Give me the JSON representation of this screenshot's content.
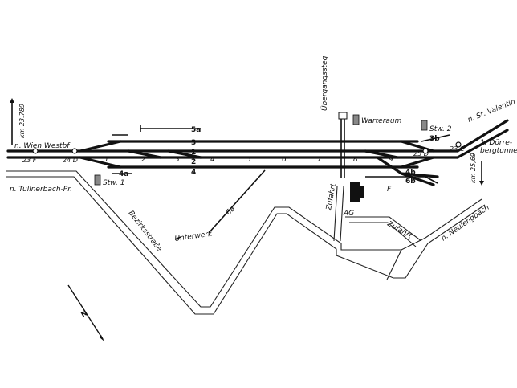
{
  "diagram": {
    "tracks": [
      {
        "number": "5a"
      },
      {
        "number": "3"
      },
      {
        "number": "1"
      },
      {
        "number": "2"
      },
      {
        "number": "4"
      },
      {
        "number": "4b"
      },
      {
        "number": "6b"
      },
      {
        "number": "6a"
      },
      {
        "number": "3b"
      },
      {
        "number": "4a"
      }
    ],
    "switches": [
      "23 F",
      "24 D",
      "25 D",
      "23 C"
    ],
    "km_markers": [
      "1",
      "2",
      "3",
      "4",
      "5",
      "6",
      "7",
      "8",
      "9"
    ],
    "places": {
      "wien": "n. Wien Westbf",
      "tullnerbach": "n. Tullnerbach-Pr.",
      "st_valentin": "n. St. Valentin",
      "doerre": "1. Dörre-\nbergtunnel",
      "neulengbach": "n. Neulengbach"
    },
    "buildings": {
      "stw1": "Stw. 1",
      "stw2": "Stw. 2",
      "warteraum": "Warteraum",
      "aufnahme": "AG",
      "freight": "F",
      "unterwerk": "Unterwerk"
    },
    "roads": {
      "bezirksstrasse": "Bezirksstraße",
      "zufahrt_left": "Zufahrt",
      "zufahrt_right": "Zufahrt"
    },
    "footbridge": "Übergangssteg",
    "km_left": "km 23.789",
    "km_right": "km 25,69",
    "north": "N"
  }
}
